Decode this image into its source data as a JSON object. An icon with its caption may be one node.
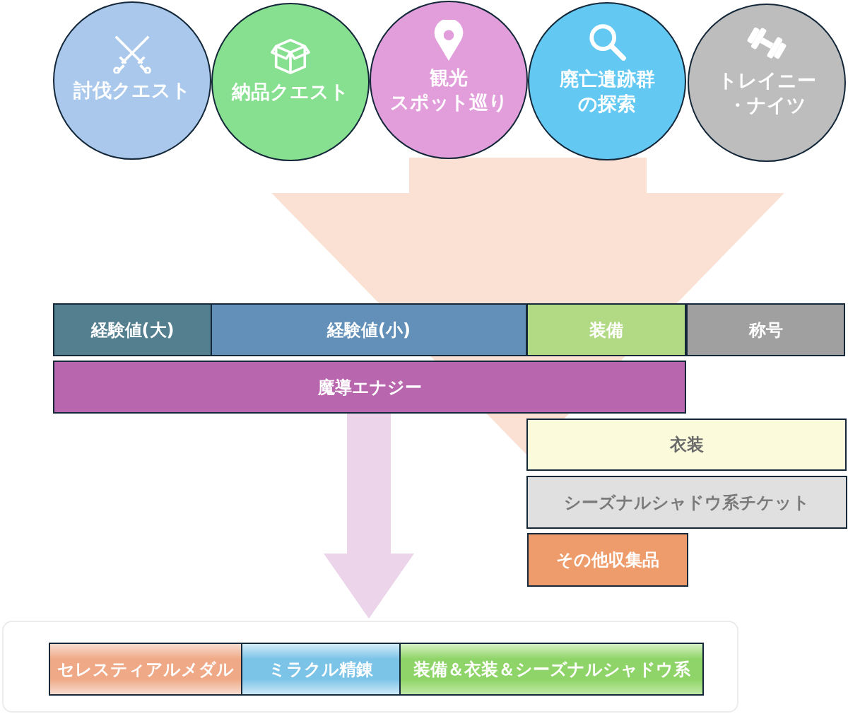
{
  "diagram": {
    "nodes": [
      {
        "text": [
          "討伐クエスト"
        ]
      },
      {
        "text": [
          "納品クエスト"
        ]
      },
      {
        "text": [
          "観光スポット巡り"
        ]
      },
      {
        "text": [
          "廃亡遺跡群の探索"
        ]
      },
      {
        "text": [
          "トレイニー・ナイツ"
        ]
      },
      {
        "text": [
          "経験値(大)"
        ]
      },
      {
        "text": [
          "経験値(小)"
        ]
      },
      {
        "text": [
          "装備"
        ]
      },
      {
        "text": [
          "称号"
        ]
      },
      {
        "text": [
          "魔導エナジー"
        ]
      },
      {
        "text": [
          "衣装"
        ]
      },
      {
        "text": [
          "シーズナルシャドウ系チケット"
        ]
      },
      {
        "text": [
          "その他収集品"
        ]
      },
      {
        "text": [],
        "shape": "box"
      },
      {
        "text": [
          "セレスティアルメダル"
        ],
        "in": 13
      },
      {
        "text": [
          "ミラクル精錬"
        ],
        "in": 13
      },
      {
        "text": [
          "装備＆衣装＆シーズナルシャドウ系"
        ],
        "in": 13
      }
    ],
    "edges": [
      {
        "from": 2,
        "to": null,
        "arrow": "to"
      },
      {
        "from": 3,
        "to": null,
        "arrow": "to"
      },
      {
        "from": 9,
        "to": 13,
        "arrow": "to"
      }
    ]
  }
}
